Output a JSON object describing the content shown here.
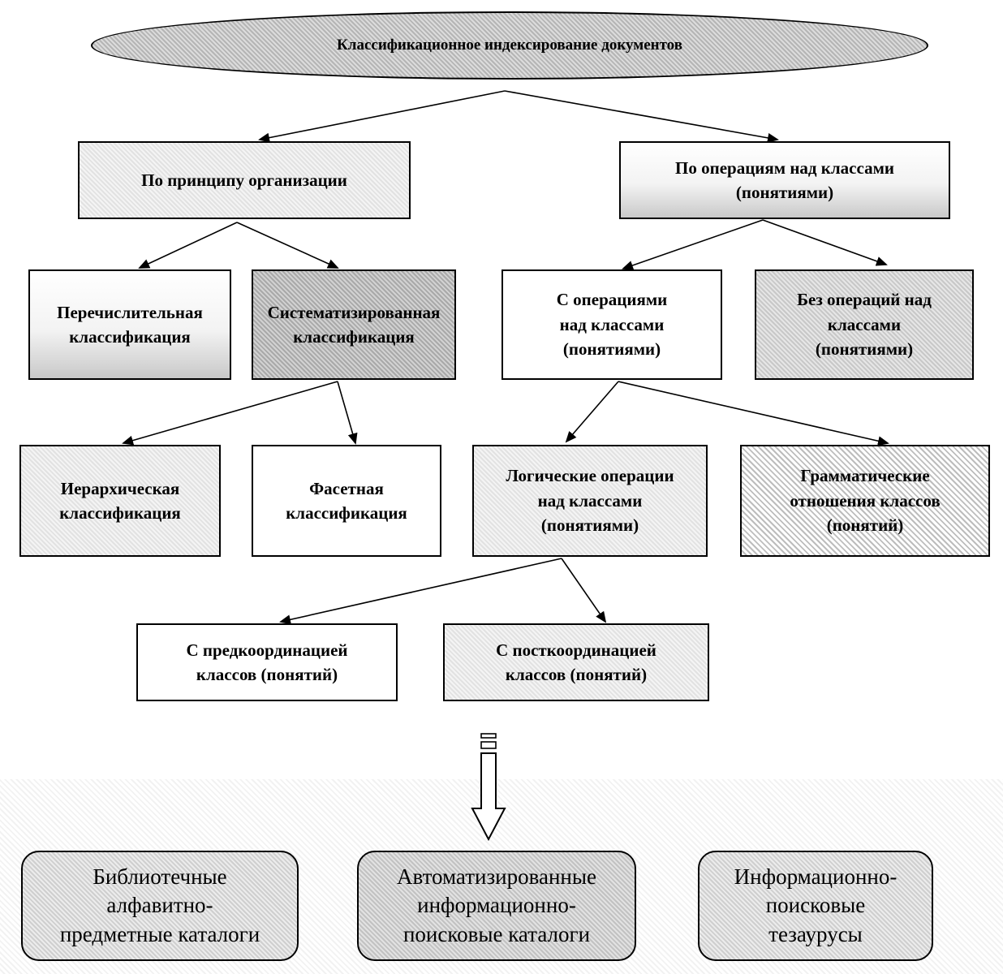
{
  "root": "Классификационное индексирование документов",
  "level1": {
    "left": [
      "По принципу организации"
    ],
    "right": [
      "По операциям над классами",
      "(понятиями)"
    ]
  },
  "level2": {
    "enumerative": [
      "Перечислительная",
      "классификация"
    ],
    "systematized": [
      "Систематизированная",
      "классификация"
    ],
    "with_operations": [
      "С операциями",
      "над классами",
      "(понятиями)"
    ],
    "without_operations": [
      "Без операций над",
      "классами",
      "(понятиями)"
    ]
  },
  "level3": {
    "hierarchical": [
      "Иерархическая",
      "классификация"
    ],
    "faceted": [
      "Фасетная",
      "классификация"
    ],
    "logical_operations": [
      "Логические операции",
      "над классами",
      "(понятиями)"
    ],
    "grammatical_relations": [
      "Грамматические",
      "отношения классов",
      "(понятий)"
    ]
  },
  "level4": {
    "precoordination": [
      "С предкоординацией",
      "классов (понятий)"
    ],
    "postcoordination": [
      "С посткоординацией",
      "классов (понятий)"
    ]
  },
  "outputs": {
    "library_catalogs": [
      "Библиотечные",
      "алфавитно-",
      "предметные каталоги"
    ],
    "automated_catalogs": [
      "Автоматизированные",
      "информационно-",
      "поисковые каталоги"
    ],
    "thesauri": [
      "Информационно-",
      "поисковые",
      "тезаурусы"
    ]
  },
  "colors": {
    "line": "#000000",
    "arrow_fill": "#ffffff"
  }
}
